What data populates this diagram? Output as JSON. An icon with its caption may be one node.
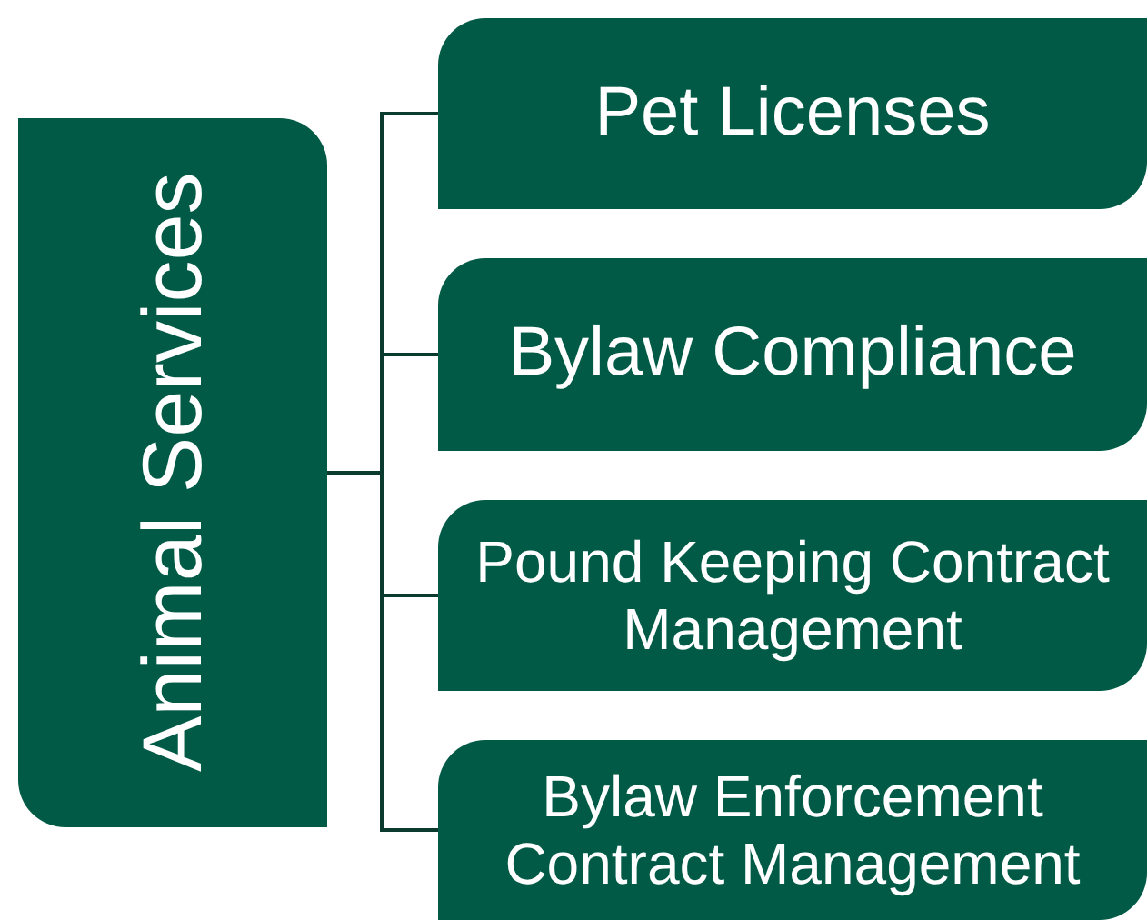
{
  "diagram": {
    "nodes": [
      {
        "text": [
          "Animal Services"
        ]
      },
      {
        "text": [
          "Pet Licenses"
        ]
      },
      {
        "text": [
          "Bylaw Compliance"
        ]
      },
      {
        "text": [
          "Pound Keeping Contract Management"
        ]
      },
      {
        "text": [
          "Bylaw Enforcement Contract Management"
        ]
      }
    ],
    "edges": [
      {
        "from": 0,
        "to": 1,
        "arrow": "none"
      },
      {
        "from": 0,
        "to": 2,
        "arrow": "none"
      },
      {
        "from": 0,
        "to": 3,
        "arrow": "none"
      },
      {
        "from": 0,
        "to": 4,
        "arrow": "none"
      }
    ]
  }
}
